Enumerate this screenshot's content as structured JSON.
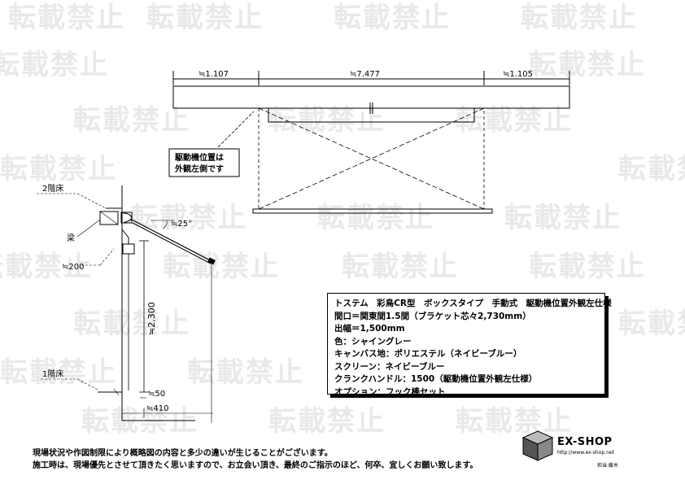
{
  "watermark": "転載禁止",
  "dimensions": {
    "left": "≒1.107",
    "center": "≒7.477",
    "right": "≒1.105",
    "angle": "≒25°",
    "beam_drop": "≒200",
    "height": "≒2,300",
    "floor_gap": "≒50",
    "projection": "≒410"
  },
  "labels": {
    "floor2": "2階床",
    "beam": "梁",
    "floor1": "1階床",
    "drive_note_line1": "駆動機位置は",
    "drive_note_line2": "外観左側です"
  },
  "spec": {
    "lines": [
      "トステム　彩鳥CR型　ボックスタイプ　手動式　駆動機位置外観左仕様",
      "間口＝関東間1.5間（ブラケット芯々2,730mm）",
      "出幅＝1,500mm",
      "色：シャイングレー",
      "キャンバス地：ポリエステル（ネイビーブルー）",
      "スクリーン：ネイビーブルー",
      "クランクハンドル：1500（駆動機位置外観左仕様）",
      "オプション：フック棒セット"
    ]
  },
  "notes": {
    "line1": "現場状況や作図制限により概略図の内容と多少の違いが生じることがございます。",
    "line2": "施工時は、現場優先とさせて頂きたく思いますので、お立会い頂き、最終のご指示のほど、何卒、宜しくお願い致します。"
  },
  "logo": {
    "name": "EX-SHOP",
    "url": "http://www.ex-shop.net",
    "person": "担当:藤木"
  }
}
